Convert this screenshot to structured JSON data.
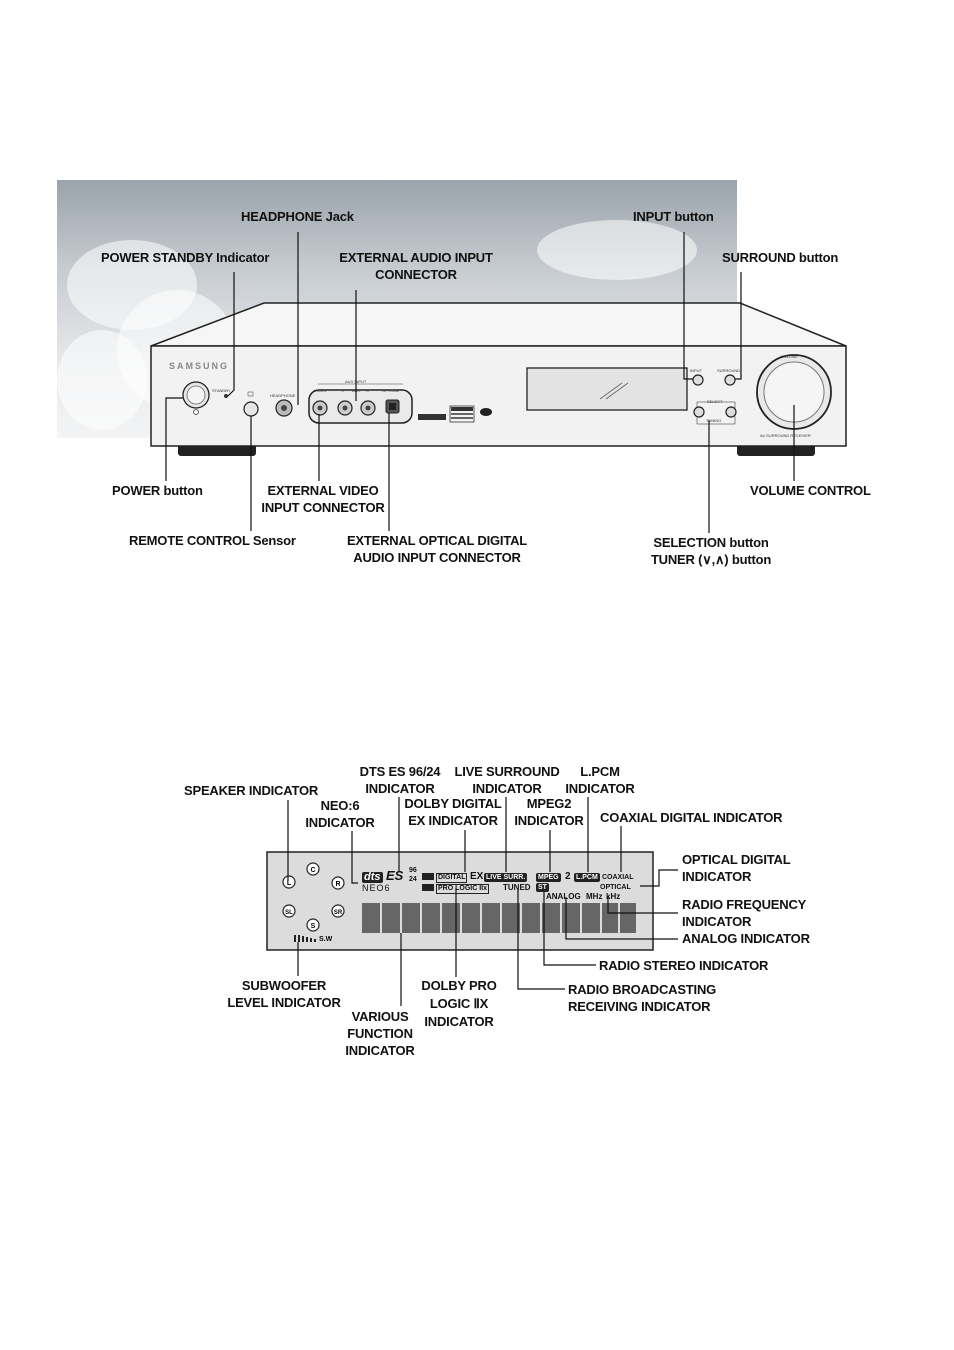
{
  "front_panel": {
    "brand": "SAMSUNG",
    "panel_text": {
      "standby": "STANDBY",
      "headphone": "HEADPHONE",
      "aux_input": "AUX INPUT",
      "video": "VIDEO",
      "l": "L",
      "aux": "AUX",
      "r": "R",
      "optical": "OPTICAL",
      "input": "INPUT",
      "surround": "SURROUND",
      "volume": "VOLUME",
      "select": "SELECT",
      "tuning": "TUNING",
      "receiver": "AV SURROUND RECEIVER"
    },
    "labels": {
      "headphone_jack": "HEADPHONE Jack",
      "power_standby": "POWER STANDBY Indicator",
      "ext_audio_1": "EXTERNAL AUDIO INPUT",
      "ext_audio_2": "CONNECTOR",
      "input_button": "INPUT button",
      "surround_button": "SURROUND button",
      "power_button": "POWER button",
      "ext_video_1": "EXTERNAL VIDEO",
      "ext_video_2": "INPUT CONNECTOR",
      "volume_control": "VOLUME CONTROL",
      "remote_sensor": "REMOTE CONTROL Sensor",
      "ext_optical_1": "EXTERNAL OPTICAL DIGITAL",
      "ext_optical_2": "AUDIO INPUT CONNECTOR",
      "selection_button": "SELECTION button",
      "tuner_button": "TUNER (∨,∧) button"
    }
  },
  "display_panel": {
    "vfd": {
      "dts": "dts",
      "es": "ES",
      "n96": "96",
      "n24": "24",
      "digital": "DIGITAL",
      "ex": "EX",
      "live_surr": "LIVE SURR.",
      "mpeg": "MPEG",
      "two": "2",
      "lpcm": "L.PCM",
      "coaxial": "COAXIAL",
      "optical": "OPTICAL",
      "neo6": "NEO6",
      "pro_logic": "PRO LOGIC IIx",
      "tuned": "TUNED",
      "st": "ST",
      "analog": "ANALOG",
      "mhz": "MHz",
      "khz": "kHz",
      "sw": "S.W",
      "speakers": [
        "C",
        "L",
        "R",
        "SL",
        "S",
        "SR"
      ]
    },
    "labels": {
      "speaker": "SPEAKER INDICATOR",
      "dts_1": "DTS ES 96/24",
      "dts_2": "INDICATOR",
      "live_1": "LIVE SURROUND",
      "live_2": "INDICATOR",
      "lpcm_1": "L.PCM",
      "lpcm_2": "INDICATOR",
      "neo_1": "NEO:6",
      "neo_2": "INDICATOR",
      "dolby_ex_1": "DOLBY DIGITAL",
      "dolby_ex_2": "EX INDICATOR",
      "mpeg2_1": "MPEG2",
      "mpeg2_2": "INDICATOR",
      "coaxial": "COAXIAL DIGITAL INDICATOR",
      "optical_1": "OPTICAL DIGITAL",
      "optical_2": "INDICATOR",
      "radio_freq_1": "RADIO FREQUENCY",
      "radio_freq_2": "INDICATOR",
      "analog": "ANALOG INDICATOR",
      "radio_stereo": "RADIO STEREO INDICATOR",
      "subwoofer_1": "SUBWOOFER",
      "subwoofer_2": "LEVEL INDICATOR",
      "dolby_pro_1": "DOLBY PRO",
      "dolby_pro_2": "LOGIC ⅡX",
      "dolby_pro_3": "INDICATOR",
      "various_1": "VARIOUS",
      "various_2": "FUNCTION",
      "various_3": "INDICATOR",
      "radio_broad_1": "RADIO BROADCASTING",
      "radio_broad_2": "RECEIVING INDICATOR"
    }
  }
}
